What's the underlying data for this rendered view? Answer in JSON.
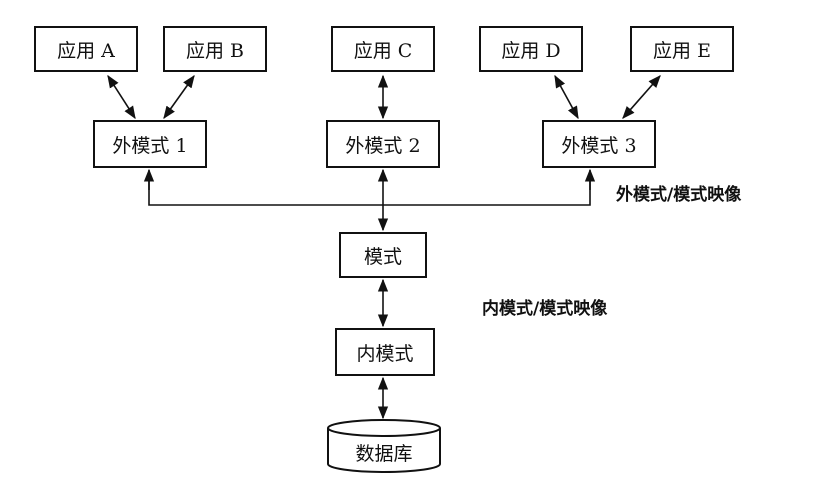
{
  "apps": {
    "a": "应用 A",
    "b": "应用 B",
    "c": "应用 C",
    "d": "应用 D",
    "e": "应用 E"
  },
  "external_schemas": {
    "s1": "外模式 1",
    "s2": "外模式 2",
    "s3": "外模式 3"
  },
  "schema": "模式",
  "internal_schema": "内模式",
  "database": "数据库",
  "mappings": {
    "external_to_schema": "外模式/模式映像",
    "internal_to_schema": "内模式/模式映像"
  }
}
